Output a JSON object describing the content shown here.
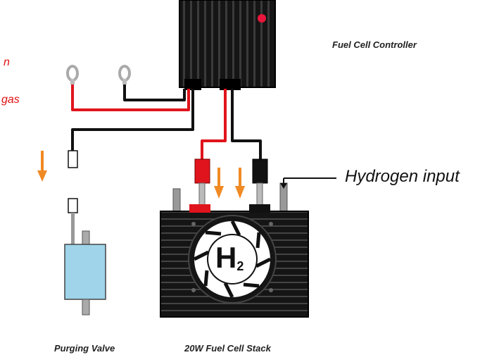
{
  "labels": {
    "controller": "Fuel Cell Controller",
    "hydrogen_input": "Hydrogen input",
    "purging_valve": "Purging Valve",
    "stack": "20W Fuel Cell Stack",
    "partial_line1": "n",
    "partial_line2": "gas",
    "h2_letter": "H",
    "h2_subscript": "2"
  },
  "colors": {
    "wire_red": "#e0141c",
    "wire_black": "#111111",
    "arrow_orange": "#f08a24",
    "heatsink": "#151515",
    "valve_blue": "#9fd4ea",
    "controller_led": "#e8163c"
  },
  "icons": [
    "fan-icon",
    "flow-arrow-icon",
    "terminal-ring-icon",
    "connector-plug-icon"
  ]
}
